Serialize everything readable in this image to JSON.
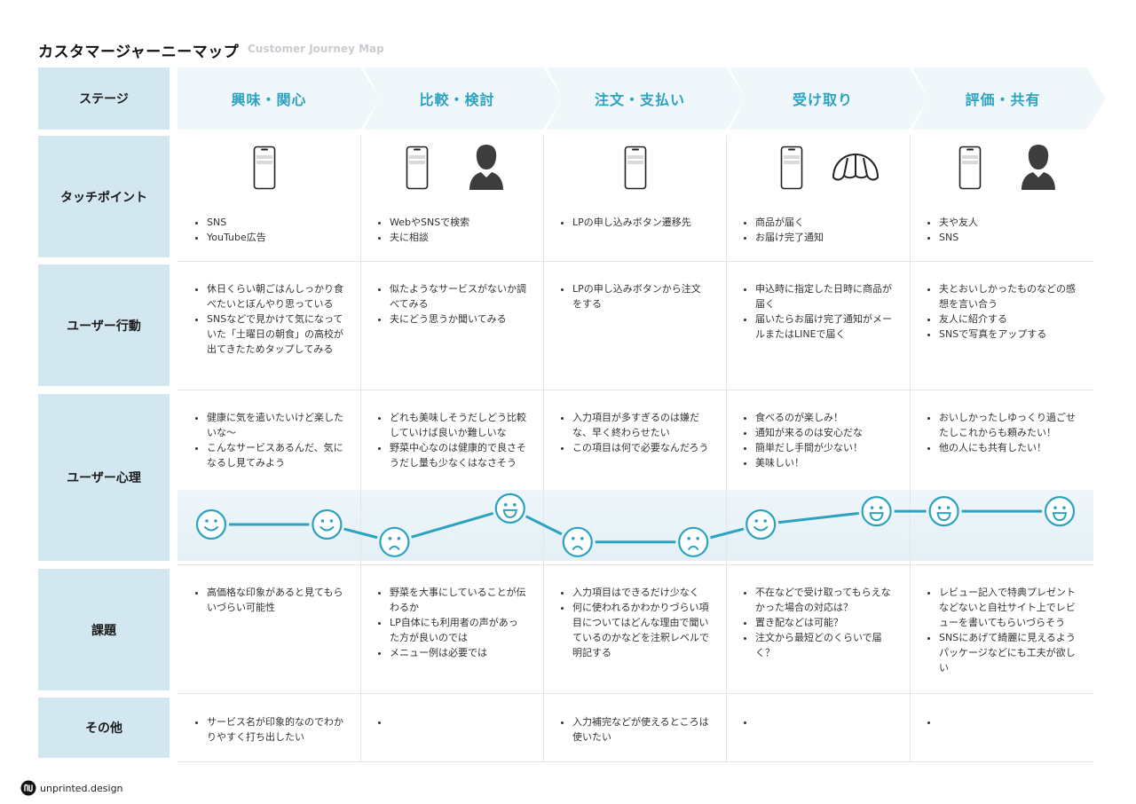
{
  "header": {
    "title": "カスタマージャーニーマップ",
    "subtitle": "Customer Journey Map"
  },
  "row_labels": {
    "stage": "ステージ",
    "touchpoint": "タッチポイント",
    "action": "ユーザー行動",
    "mind": "ユーザー心理",
    "issue": "課題",
    "other": "その他"
  },
  "stages": [
    "興味・関心",
    "比較・検討",
    "注文・支払い",
    "受け取り",
    "評価・共有"
  ],
  "touchpoints": [
    {
      "icons": [
        "smartphone-icon"
      ],
      "items": [
        "SNS",
        "YouTube広告"
      ]
    },
    {
      "icons": [
        "smartphone-icon",
        "person-icon"
      ],
      "items": [
        "WebやSNSで検索",
        "夫に相談"
      ]
    },
    {
      "icons": [
        "smartphone-icon"
      ],
      "items": [
        "LPの申し込みボタン遷移先"
      ]
    },
    {
      "icons": [
        "smartphone-icon",
        "croissant-icon"
      ],
      "items": [
        "商品が届く",
        "お届け完了通知"
      ]
    },
    {
      "icons": [
        "smartphone-icon",
        "person-icon"
      ],
      "items": [
        "夫や友人",
        "SNS"
      ]
    }
  ],
  "actions": [
    [
      "休日くらい朝ごはんしっかり食べたいとぼんやり思っている",
      "SNSなどで見かけて気になっていた「土曜日の朝食」の高校が出てきたためタップしてみる"
    ],
    [
      "似たようなサービスがないか調べてみる",
      "夫にどう思うか聞いてみる"
    ],
    [
      "LPの申し込みボタンから注文をする"
    ],
    [
      "申込時に指定した日時に商品が届く",
      "届いたらお届け完了通知がメールまたはLINEで届く"
    ],
    [
      "夫とおいしかったものなどの感想を言い合う",
      "友人に紹介する",
      "SNSで写真をアップする"
    ]
  ],
  "minds": [
    [
      "健康に気を遣いたいけど楽したいな〜",
      "こんなサービスあるんだ、気になるし見てみよう"
    ],
    [
      "どれも美味しそうだしどう比較していけば良いか難しいな",
      "野菜中心なのは健康的で良さそうだし量も少なくはなさそう"
    ],
    [
      "入力項目が多すぎるのは嫌だな、早く終わらせたい",
      "この項目は何で必要なんだろう"
    ],
    [
      "食べるのが楽しみ！",
      "通知が来るのは安心だな",
      "簡単だし手間が少ない！",
      "美味しい！"
    ],
    [
      "おいしかったしゆっくり過ごせたしこれからも頼みたい！",
      "他の人にも共有したい！"
    ]
  ],
  "issues": [
    [
      "高価格な印象があると見てもらいづらい可能性"
    ],
    [
      "野菜を大事にしていることが伝わるか",
      "LP自体にも利用者の声があった方が良いのでは",
      "メニュー例は必要では"
    ],
    [
      "入力項目はできるだけ少なく",
      "何に使われるかわかりづらい項目についてはどんな理由で聞いているのかなどを注釈レベルで明記する"
    ],
    [
      "不在などで受け取ってもらえなかった場合の対応は？",
      "置き配などは可能？",
      "注文から最短どのくらいで届く？"
    ],
    [
      "レビュー記入で特典プレゼントなどないと自社サイト上でレビューを書いてもらいづらそう",
      "SNSにあげて綺麗に見えるようパッケージなどにも工夫が欲しい"
    ]
  ],
  "others": [
    [
      "サービス名が印象的なのでわかりやすく打ち出したい"
    ],
    [
      ""
    ],
    [
      "入力補完などが使えるところは使いたい"
    ],
    [
      ""
    ],
    [
      ""
    ]
  ],
  "emotion_curve": {
    "scale": {
      "min": -1,
      "max": 1
    },
    "points": [
      {
        "stage": 0,
        "face": "smile",
        "level": 0
      },
      {
        "stage": 0,
        "face": "smile",
        "level": 0
      },
      {
        "stage": 1,
        "face": "sad",
        "level": -0.6
      },
      {
        "stage": 1,
        "face": "grin",
        "level": 0.55
      },
      {
        "stage": 2,
        "face": "sad",
        "level": -0.6
      },
      {
        "stage": 2,
        "face": "sad",
        "level": -0.6
      },
      {
        "stage": 3,
        "face": "smile",
        "level": 0
      },
      {
        "stage": 3,
        "face": "grin",
        "level": 0.45
      },
      {
        "stage": 4,
        "face": "grin",
        "level": 0.45
      },
      {
        "stage": 4,
        "face": "grin",
        "level": 0.45
      }
    ]
  },
  "colors": {
    "accent": "#2ba3c0",
    "label_bg": "#d2e7ef",
    "stage_arrow": "#f0f7fa",
    "emotion_band": "#eaf3f7"
  },
  "footer": {
    "brand": "unprinted.design",
    "logo_icon": "unprinted-logo-icon"
  }
}
